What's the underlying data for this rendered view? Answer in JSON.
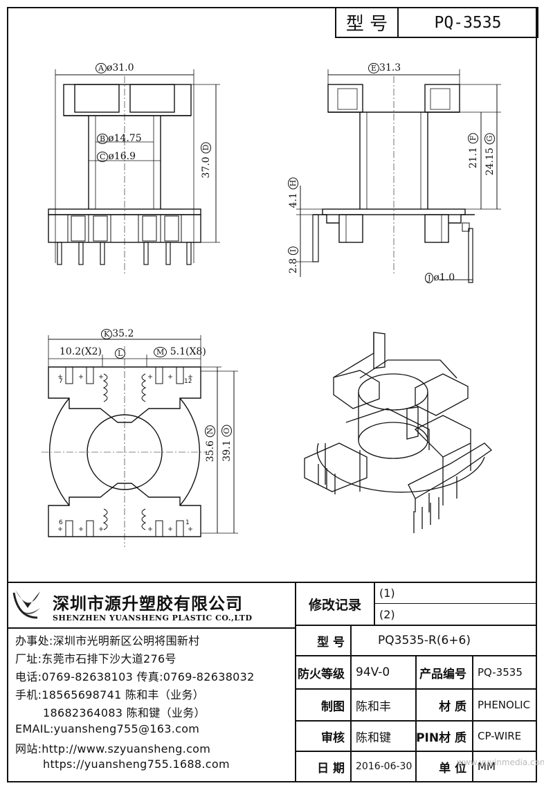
{
  "header": {
    "type_label": "型 号",
    "model": "PQ-3535"
  },
  "drawing": {
    "dims": {
      "A": "ø31.0",
      "B": "ø14.75",
      "C": "ø16.9",
      "D": "37.0",
      "E": "31.3",
      "F": "21.1",
      "G": "24.15",
      "H": "4.1",
      "I": "2.8",
      "J": "ø1.0",
      "K": "35.2",
      "L": "",
      "M": "5.1(X8)",
      "L_left": "10.2(X2)",
      "N": "35.6",
      "O": "39.1"
    },
    "circled": [
      "A",
      "B",
      "C",
      "D",
      "E",
      "F",
      "G",
      "H",
      "I",
      "J",
      "K",
      "L",
      "M",
      "N",
      "O"
    ],
    "pin_numbers": [
      "7",
      "12",
      "6",
      "1"
    ]
  },
  "company": {
    "name_cn": "深圳市源升塑胶有限公司",
    "name_en": "SHENZHEN YUANSHENG PLASTIC CO.,LTD",
    "office": "办事处:深圳市光明新区公明将围新村",
    "factory": "厂址:东莞市石排下沙大道276号",
    "phone": "电话:0769-82638103 传真:0769-82638032",
    "mobile1": "手机:18565698741 陈和丰（业务）",
    "mobile2": "18682364083 陈和键（业务）",
    "email": "EMAIL:yuansheng755@163.com",
    "web1": "网站:http://www.szyuansheng.com",
    "web2": "https://yuansheng755.1688.com"
  },
  "title_block": {
    "revision_label": "修改记录",
    "rev1": "(1)",
    "rev2": "(2)",
    "model_label": "型 号",
    "model_value": "PQ3535-R(6+6)",
    "fire_label": "防火等级",
    "fire_value": "94V-0",
    "product_no_label": "产品编号",
    "product_no_value": "PQ-3535",
    "drawn_label": "制图",
    "drawn_value": "陈和丰",
    "material_label": "材 质",
    "material_value": "PHENOLIC",
    "check_label": "审核",
    "check_value": "陈和键",
    "pin_material_label": "PIN材 质",
    "pin_material_value": "CP-WIRE",
    "date_label": "日 期",
    "date_value": "2016-06-30",
    "unit_label": "单 位",
    "unit_value": "MM",
    "watermark": "www.yuyinmedia.com"
  }
}
